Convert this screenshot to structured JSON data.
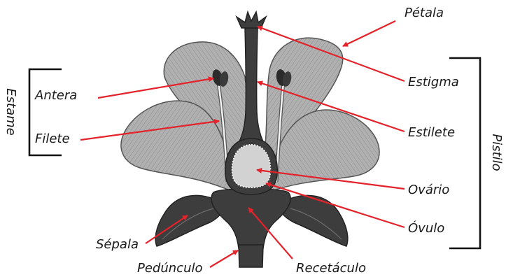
{
  "labels": {
    "petala": "Pétala",
    "antera": "Antera",
    "filete": "Filete",
    "estigma": "Estigma",
    "estilete": "Estilete",
    "ovario": "Ovário",
    "ovulo": "Óvulo",
    "sepala": "Sépala",
    "pedunculo": "Pedúnculo",
    "receptaculo": "Recetáculo",
    "estame": "Estame",
    "pistilo": "Pistilo"
  },
  "colors": {
    "arrow": "#e3222a",
    "petal": "#a9a9a9",
    "dark_tissue": "#3d3d3d",
    "ovary_inner": "#d2d2d2",
    "text": "#1a1a1a"
  }
}
